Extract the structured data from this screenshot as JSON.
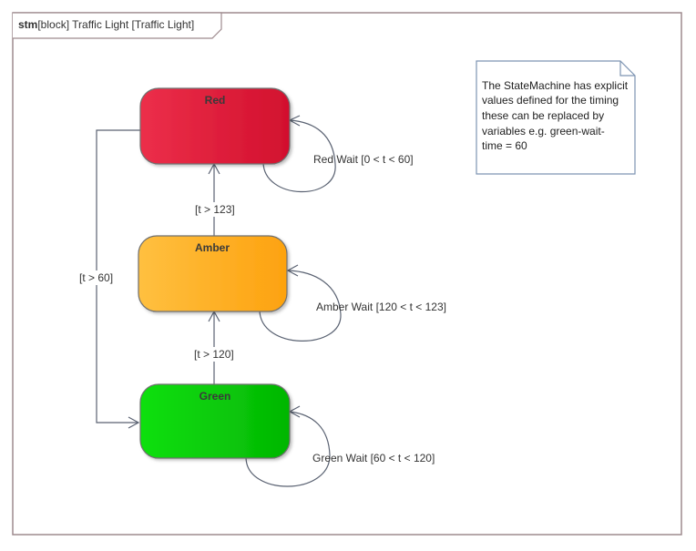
{
  "frame": {
    "keyword": "stm",
    "title": "[block] Traffic Light [Traffic Light]"
  },
  "states": {
    "red": {
      "name": "Red",
      "color_start": "#ec2f4a",
      "color_end": "#d2102e"
    },
    "amber": {
      "name": "Amber",
      "color_start": "#ffc040",
      "color_end": "#fda20f"
    },
    "green": {
      "name": "Green",
      "color_start": "#10e010",
      "color_end": "#03b603"
    }
  },
  "transitions": {
    "red_wait": "Red Wait [0 < t < 60]",
    "amber_wait": "Amber Wait [120 < t < 123]",
    "green_wait": "Green Wait [60 < t < 120]",
    "amber_to_red": "[t > 123]",
    "green_to_amber": "[t  > 120]",
    "red_to_green": "[t > 60]"
  },
  "note": {
    "lines": [
      "The StateMachine has explicit",
      "values defined for the timing",
      "these can be replaced by",
      "variables e.g. green-wait-",
      "time = 60"
    ]
  },
  "colors": {
    "frame_border": "#9e8a8e",
    "edge": "#5a6272",
    "note_border": "#7d94b2",
    "note_fill": "#ffffff"
  }
}
